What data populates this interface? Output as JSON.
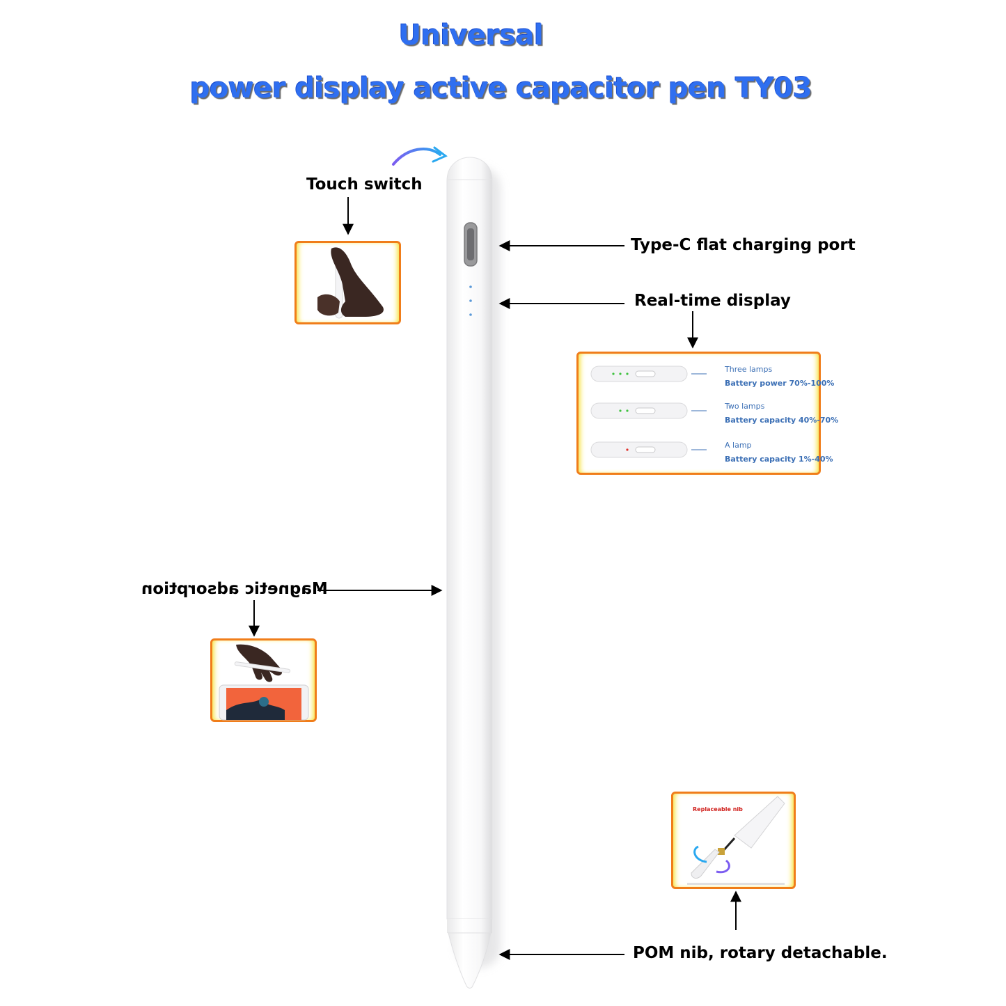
{
  "title": {
    "line1": "Universal",
    "line2": "power display active capacitor pen TY03"
  },
  "callouts": {
    "touch_switch": "Touch switch",
    "charging_port": "Type-C flat charging port",
    "realtime_display": "Real-time display",
    "magnetic": "Magnetic adsorption",
    "nib": "POM nib, rotary detachable."
  },
  "battery_panel": {
    "rows": [
      {
        "lamps": "Three lamps",
        "level": "Battery power 70%-100%",
        "lamp_count": 3,
        "lamp_color": "#3fc23f"
      },
      {
        "lamps": "Two lamps",
        "level": "Battery capacity 40%-70%",
        "lamp_count": 2,
        "lamp_color": "#3fc23f"
      },
      {
        "lamps": "A lamp",
        "level": "Battery capacity 1%-40%",
        "lamp_count": 1,
        "lamp_color": "#e0302a"
      }
    ]
  },
  "nib_panel": {
    "note": "Replaceable nib"
  },
  "colors": {
    "title": "#2f6ff0",
    "frame": "#f07d1a",
    "frame_glow": "#f6df2a",
    "lamp_text": "#3b6fb5"
  },
  "icons": {
    "rotate": "rotate-arrow-icon",
    "arrow": "arrow-icon"
  }
}
